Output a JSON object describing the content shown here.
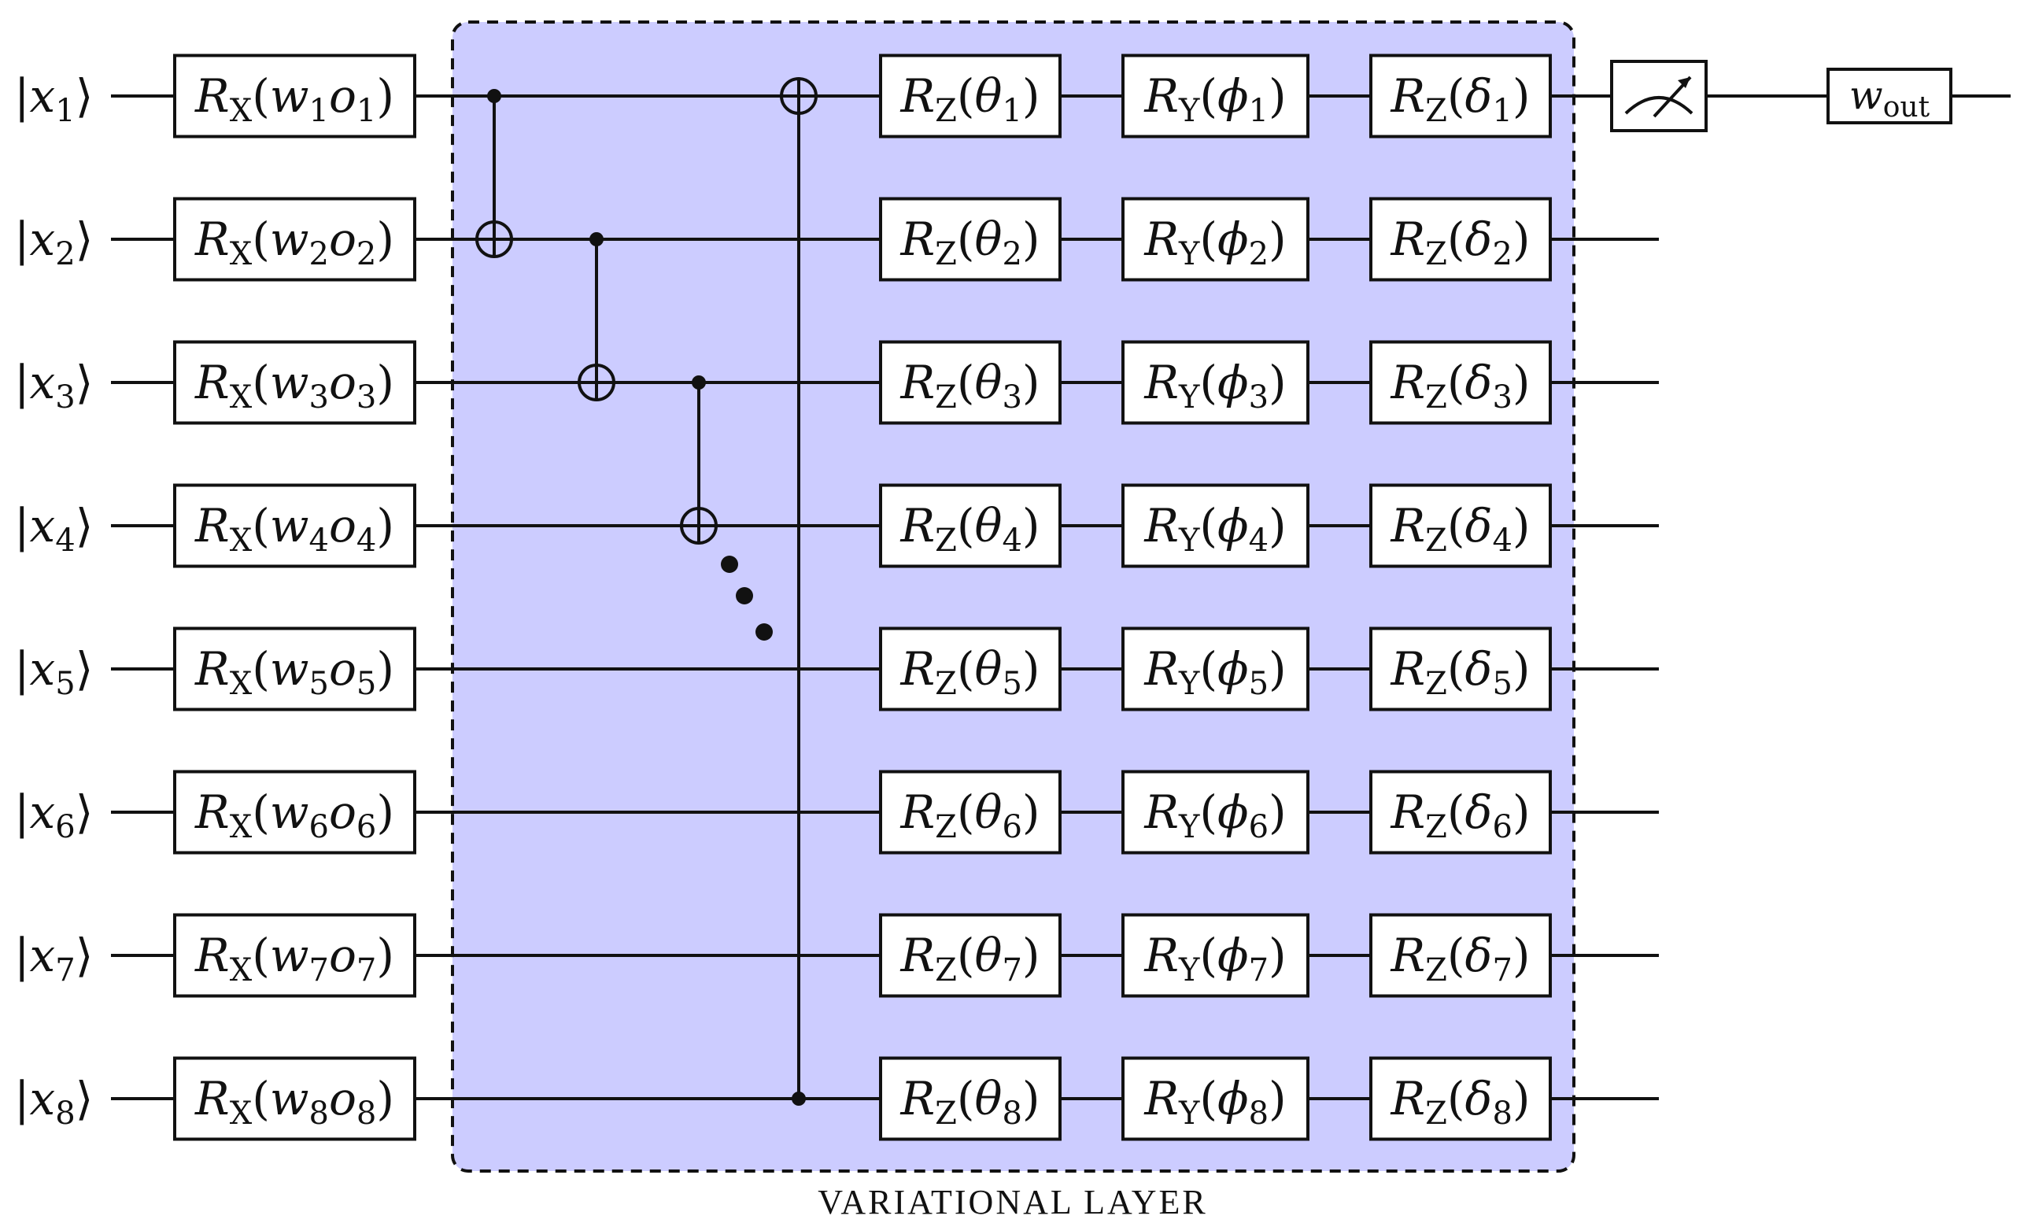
{
  "diagram": {
    "title": "VARIATIONAL LAYER",
    "layer_fill": "#ccccff",
    "layer_border": "#111111",
    "qubits": [
      {
        "label": "x",
        "index": "1",
        "encode": {
          "name": "R",
          "axis": "X",
          "w": "w",
          "o": "o",
          "idx": "1"
        },
        "rz": "θ",
        "ry": "ϕ",
        "rz2": "δ"
      },
      {
        "label": "x",
        "index": "2",
        "encode": {
          "name": "R",
          "axis": "X",
          "w": "w",
          "o": "o",
          "idx": "2"
        },
        "rz": "θ",
        "ry": "ϕ",
        "rz2": "δ"
      },
      {
        "label": "x",
        "index": "3",
        "encode": {
          "name": "R",
          "axis": "X",
          "w": "w",
          "o": "o",
          "idx": "3"
        },
        "rz": "θ",
        "ry": "ϕ",
        "rz2": "δ"
      },
      {
        "label": "x",
        "index": "4",
        "encode": {
          "name": "R",
          "axis": "X",
          "w": "w",
          "o": "o",
          "idx": "4"
        },
        "rz": "θ",
        "ry": "ϕ",
        "rz2": "δ"
      },
      {
        "label": "x",
        "index": "5",
        "encode": {
          "name": "R",
          "axis": "X",
          "w": "w",
          "o": "o",
          "idx": "5"
        },
        "rz": "θ",
        "ry": "ϕ",
        "rz2": "δ"
      },
      {
        "label": "x",
        "index": "6",
        "encode": {
          "name": "R",
          "axis": "X",
          "w": "w",
          "o": "o",
          "idx": "6"
        },
        "rz": "θ",
        "ry": "ϕ",
        "rz2": "δ"
      },
      {
        "label": "x",
        "index": "7",
        "encode": {
          "name": "R",
          "axis": "X",
          "w": "w",
          "o": "o",
          "idx": "7"
        },
        "rz": "θ",
        "ry": "ϕ",
        "rz2": "δ"
      },
      {
        "label": "x",
        "index": "8",
        "encode": {
          "name": "R",
          "axis": "X",
          "w": "w",
          "o": "o",
          "idx": "8"
        },
        "rz": "θ",
        "ry": "ϕ",
        "rz2": "δ"
      }
    ],
    "gate_names": {
      "rz_axis": "Z",
      "ry_axis": "Y"
    },
    "cnots": [
      {
        "control": 1,
        "target": 2
      },
      {
        "control": 2,
        "target": 3
      },
      {
        "control": 3,
        "target": 4
      },
      {
        "control": 8,
        "target": 1
      }
    ],
    "measure": {
      "qubit": 1,
      "icon": "meter-icon"
    },
    "output": {
      "symbol": "w",
      "sub": "out"
    }
  }
}
